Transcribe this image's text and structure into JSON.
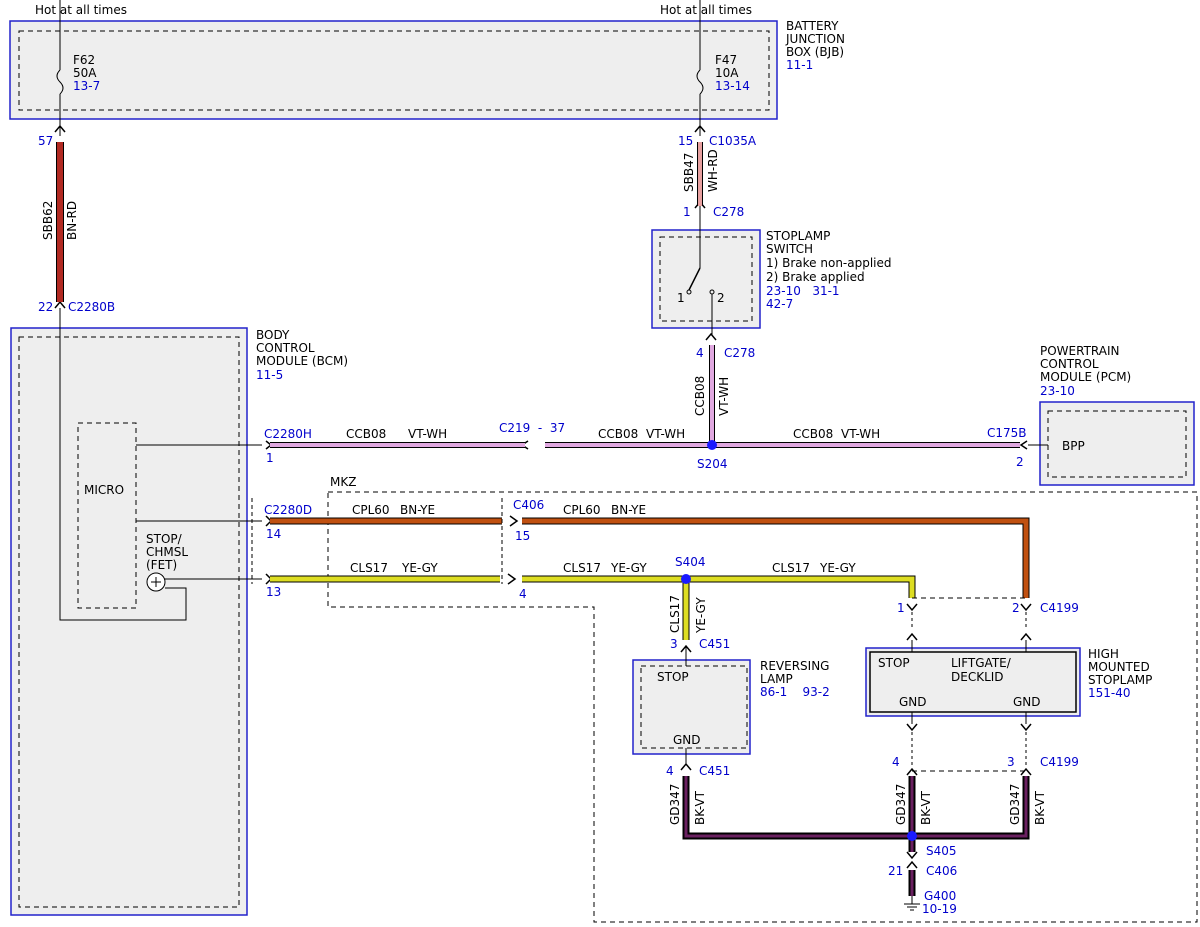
{
  "colors": {
    "module_border": "#2222cc",
    "module_fill": "#eeeeee",
    "ref_text": "#0000cc",
    "wire_bn_rd": "#b22a22",
    "wire_wh_rd": "#e8a0a0",
    "wire_vt_wh": "#e0a8e0",
    "wire_bn_ye": "#c05010",
    "wire_ye_gy": "#dddd22",
    "wire_bk_vt": "#6a2060"
  },
  "power": {
    "hot_left": "Hot at all times",
    "hot_right": "Hot at all times"
  },
  "bjb": {
    "name": [
      "BATTERY",
      "JUNCTION",
      "BOX (BJB)"
    ],
    "ref": "11-1",
    "fuse_left": {
      "id": "F62",
      "rating": "50A",
      "ref": "13-7"
    },
    "fuse_right": {
      "id": "F47",
      "rating": "10A",
      "ref": "13-14"
    }
  },
  "left_feed": {
    "pin_top": "57",
    "circuit": "SBB62",
    "color": "BN-RD",
    "pin_bottom": "22",
    "connector_bottom": "C2280B"
  },
  "right_feed": {
    "pin_top": "15",
    "connector_top": "C1035A",
    "circuit": "SBB47",
    "color": "WH-RD",
    "pin_bottom": "1",
    "connector_bottom": "C278"
  },
  "stoplamp_switch": {
    "name": [
      "STOPLAMP",
      "SWITCH"
    ],
    "notes": [
      "1) Brake non-applied",
      "2) Brake applied"
    ],
    "refs": [
      "23-10   31-1",
      "42-7"
    ],
    "pos1": "1",
    "pos2": "2",
    "out_pin": "4",
    "out_connector": "C278",
    "out_circuit": "CCB08",
    "out_color": "VT-WH"
  },
  "bcm": {
    "name": [
      "BODY",
      "CONTROL",
      "MODULE (BCM)"
    ],
    "ref": "11-5",
    "micro": "MICRO",
    "stop_label": [
      "STOP/",
      "CHMSL",
      "(FET)"
    ]
  },
  "pcm": {
    "name": [
      "POWERTRAIN",
      "CONTROL",
      "MODULE (PCM)"
    ],
    "ref": "23-10",
    "input": "BPP"
  },
  "ccb08_run": {
    "bcm_connector": "C2280H",
    "bcm_pin": "1",
    "inline": "C219  -  37",
    "splice": "S204",
    "pcm_connector": "C175B",
    "pcm_pin": "2",
    "circuit": "CCB08",
    "color": "VT-WH"
  },
  "mkz": "MKZ",
  "cpl60_run": {
    "bcm_connector": "C2280D",
    "bcm_pin": "14",
    "inline_connector": "C406",
    "inline_pin": "15",
    "circuit": "CPL60",
    "color": "BN-YE"
  },
  "cls17_run": {
    "bcm_pin": "13",
    "inline_pin": "4",
    "splice": "S404",
    "circuit": "CLS17",
    "color": "YE-GY"
  },
  "reversing_lamp": {
    "name": [
      "REVERSING",
      "LAMP"
    ],
    "refs": "86-1    93-2",
    "stop": "STOP",
    "gnd": "GND",
    "in_pin": "3",
    "in_connector": "C451",
    "in_circuit": "CLS17",
    "in_color": "YE-GY",
    "out_pin": "4",
    "out_connector": "C451"
  },
  "hmsl": {
    "name": [
      "HIGH",
      "MOUNTED",
      "STOPLAMP"
    ],
    "ref": "151-40",
    "stop": "STOP",
    "liftgate": [
      "LIFTGATE/",
      "DECKLID"
    ],
    "gnd_left": "GND",
    "gnd_right": "GND",
    "in_pin_left": "1",
    "in_pin_right": "2",
    "in_connector": "C4199",
    "out_pin_left": "4",
    "out_pin_right": "3",
    "out_connector": "C4199"
  },
  "ground": {
    "circuit": "GD347",
    "color": "BK-VT",
    "splice": "S405",
    "pin": "21",
    "connector": "C406",
    "ground_id": "G400",
    "ground_ref": "10-19"
  }
}
